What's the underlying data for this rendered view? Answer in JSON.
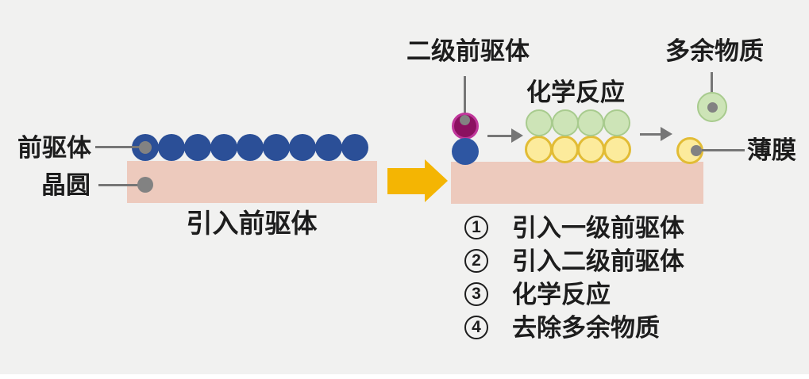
{
  "colors": {
    "background": "#f1f1f0",
    "substrate": "#edcabd",
    "precursor_blue": "#2b4f97",
    "secondary_blue": "#2e56a2",
    "secondary_purple_fill": "#8b1060",
    "secondary_purple_stroke": "#c0379b",
    "reaction_green_fill": "#cde4b7",
    "reaction_green_stroke": "#a8cb8e",
    "film_yellow_fill": "#fceb9c",
    "film_yellow_stroke": "#e2bc35",
    "big_arrow": "#f4b503",
    "gray_line": "#767676",
    "gray_dot": "#828282",
    "text": "#1d1d1d"
  },
  "left_panel": {
    "precursor_label": "前驱体",
    "wafer_label": "晶圆",
    "caption": "引入前驱体",
    "molecule_count": 9
  },
  "right_panel": {
    "secondary_precursor_label": "二级前驱体",
    "reaction_label": "化学反应",
    "excess_label": "多余物质",
    "film_label": "薄膜",
    "reaction_columns": 4
  },
  "steps": [
    {
      "num": "1",
      "text": "引入一级前驱体"
    },
    {
      "num": "2",
      "text": "引入二级前驱体"
    },
    {
      "num": "3",
      "text": "化学反应"
    },
    {
      "num": "4",
      "text": "去除多余物质"
    }
  ]
}
